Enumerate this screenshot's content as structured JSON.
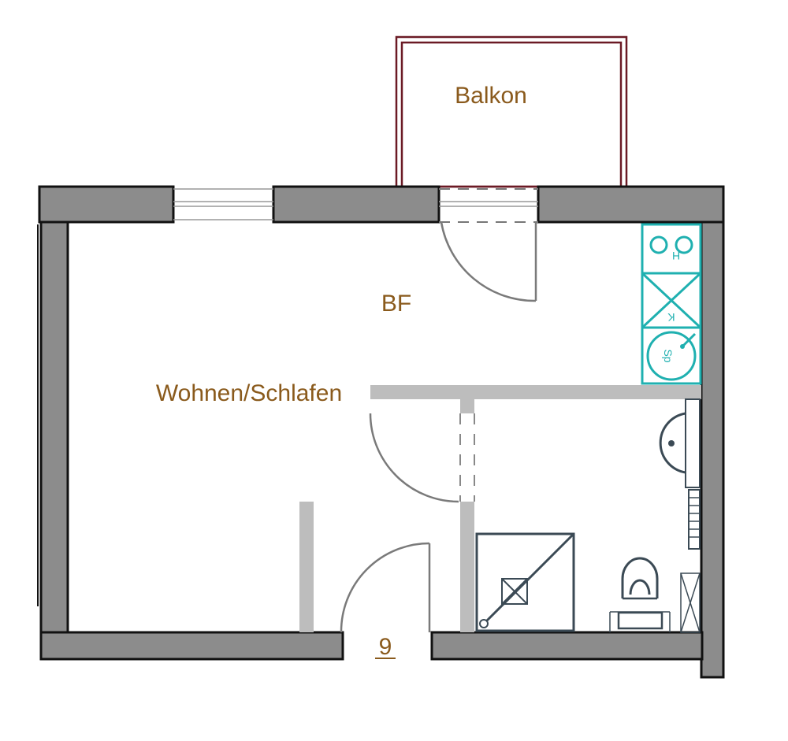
{
  "rooms": {
    "balcony": "Balkon",
    "hallway": "BF",
    "living": "Wohnen/Schlafen",
    "unit_number": "9"
  },
  "kitchen": {
    "hob_label": "H",
    "fridge_label": "K",
    "sink_label": "Sp"
  },
  "colors": {
    "wall_fill": "#8c8c8c",
    "wall_outline": "#111111",
    "partition": "#bdbdbd",
    "balcony_outline": "#6b1a25",
    "room_label": "#8a5a1c",
    "kitchen": "#1fb0b0",
    "sanitary": "#3b4a55"
  }
}
